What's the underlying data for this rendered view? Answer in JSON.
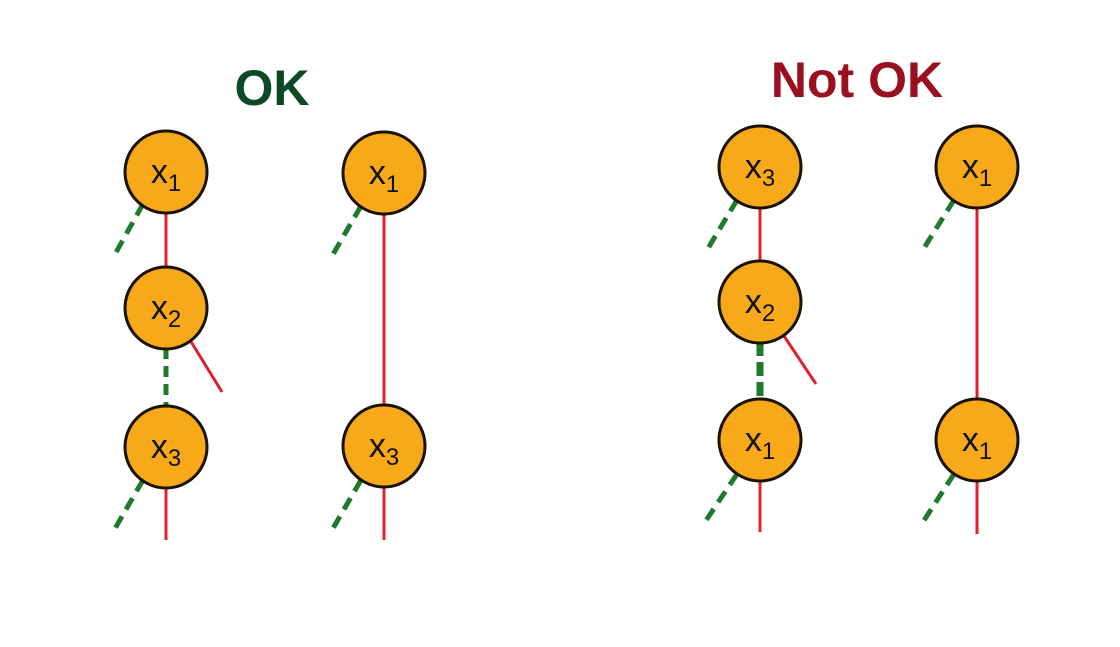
{
  "colors": {
    "ok_title": "#0b4a24",
    "not_ok_title": "#9a1020",
    "node_fill": "#f7a91a",
    "node_stroke": "#1a1200",
    "solid_edge": "#e0202a",
    "dashed_edge": "#1f7a2e"
  },
  "panels": [
    {
      "title": "OK",
      "title_color_key": "ok_title",
      "chains": [
        {
          "nodes": [
            {
              "label": "x",
              "sub": "1"
            },
            {
              "label": "x",
              "sub": "2"
            },
            {
              "label": "x",
              "sub": "3"
            }
          ]
        },
        {
          "nodes": [
            {
              "label": "x",
              "sub": "1"
            },
            {
              "label": "x",
              "sub": "3"
            }
          ]
        }
      ]
    },
    {
      "title": "Not OK",
      "title_color_key": "not_ok_title",
      "chains": [
        {
          "nodes": [
            {
              "label": "x",
              "sub": "3"
            },
            {
              "label": "x",
              "sub": "2"
            },
            {
              "label": "x",
              "sub": "1"
            }
          ]
        },
        {
          "nodes": [
            {
              "label": "x",
              "sub": "1"
            },
            {
              "label": "x",
              "sub": "1"
            }
          ]
        }
      ]
    }
  ]
}
